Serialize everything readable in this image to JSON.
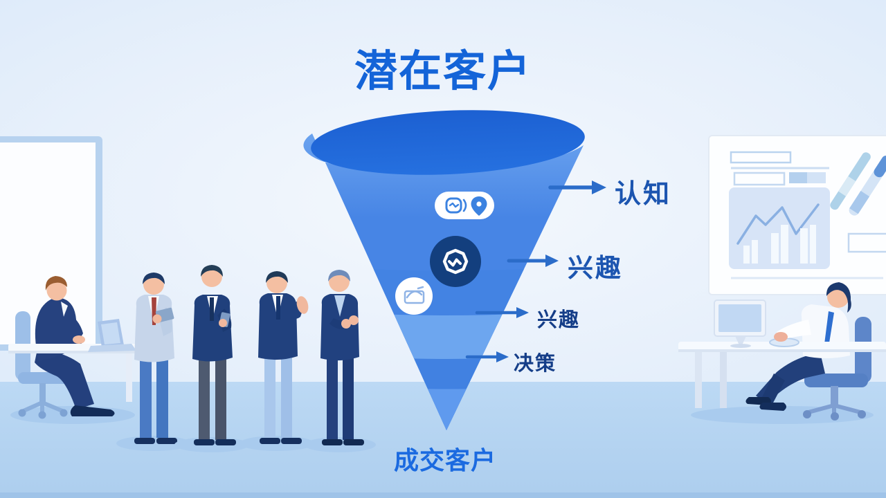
{
  "funnel": {
    "top_label": "潜在客户",
    "bottom_label": "成交客户",
    "stages": [
      {
        "label": "认知",
        "size": "large"
      },
      {
        "label": "兴趣",
        "size": "large"
      },
      {
        "label": "兴趣",
        "size": "small"
      },
      {
        "label": "决策",
        "size": "small"
      }
    ],
    "badge_icons": [
      {
        "name": "chat-scan-icon"
      },
      {
        "name": "location-pin-icon"
      },
      {
        "name": "chat-check-icon"
      },
      {
        "name": "inbox-icon"
      }
    ],
    "colors": {
      "title_text": "#1464d8",
      "bottom_text": "#1b6ae0",
      "stage_text_large": "#1c55b0",
      "stage_text_small": "#153e88",
      "arrow": "#2b6cc9",
      "funnel_rim": "#1f66d8",
      "funnel_band_1": "#4c8be8",
      "funnel_band_2": "#4383e3",
      "funnel_band_3": "#6da6ef",
      "funnel_band_4": "#4181e1",
      "funnel_tip": "#5f9aee",
      "badge_navy": "#133f7e",
      "background": "#dceafa",
      "floor": "#b5d3f1"
    }
  },
  "scene": {
    "people_standing": 4,
    "people_seated": 2,
    "props": [
      "left-whiteboard",
      "left-desk-with-laptop",
      "right-presentation-board",
      "right-desk-with-monitor"
    ]
  }
}
